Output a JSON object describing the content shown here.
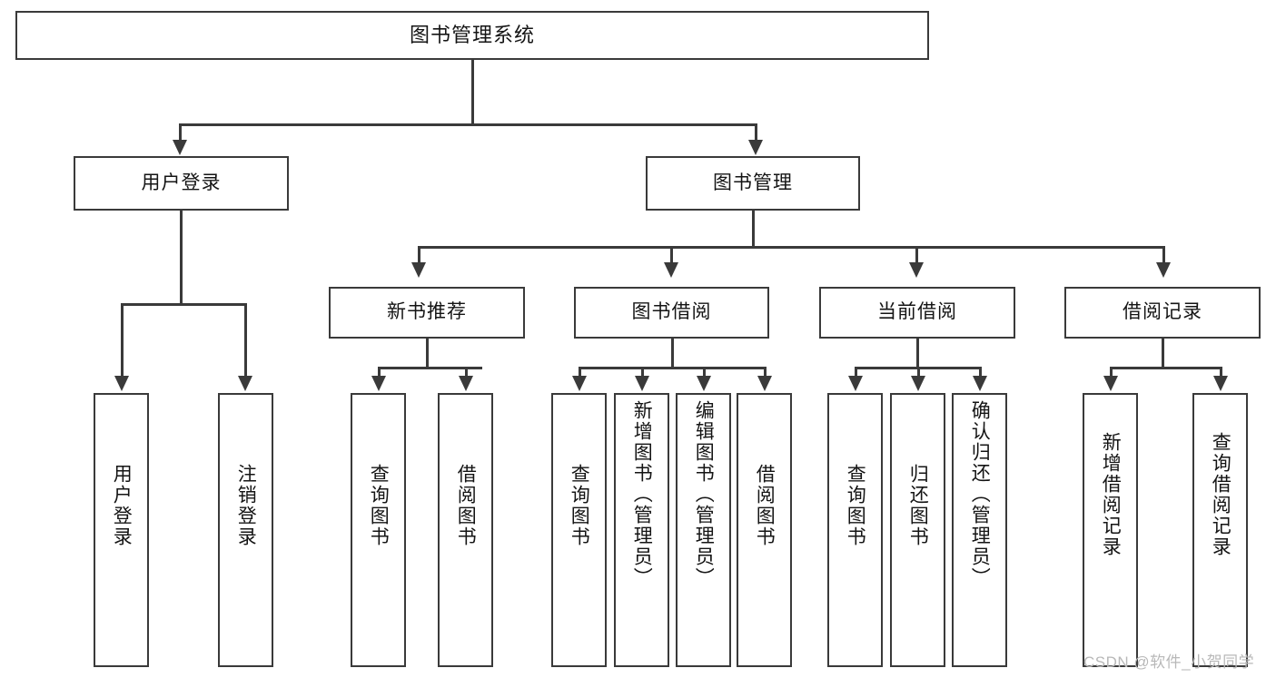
{
  "diagram": {
    "title": "图书管理系统",
    "root": {
      "label": "图书管理系统"
    },
    "level2": [
      {
        "label": "用户登录"
      },
      {
        "label": "图书管理"
      }
    ],
    "level3": [
      {
        "label": "新书推荐"
      },
      {
        "label": "图书借阅"
      },
      {
        "label": "当前借阅"
      },
      {
        "label": "借阅记录"
      }
    ],
    "leaves": {
      "user_login": [
        {
          "label": "用户登录"
        },
        {
          "label": "注销登录"
        }
      ],
      "new_book_recommend": [
        {
          "label": "查询图书"
        },
        {
          "label": "借阅图书"
        }
      ],
      "book_borrow": [
        {
          "label": "查询图书"
        },
        {
          "label": "新增图书（管理员）"
        },
        {
          "label": "编辑图书（管理员）"
        },
        {
          "label": "借阅图书"
        }
      ],
      "current_borrow": [
        {
          "label": "查询图书"
        },
        {
          "label": "归还图书"
        },
        {
          "label": "确认归还（管理员）"
        }
      ],
      "borrow_record": [
        {
          "label": "新增借阅记录"
        },
        {
          "label": "查询借阅记录"
        }
      ]
    }
  },
  "watermark": {
    "text": "CSDN @软件_小贺同学"
  },
  "colors": {
    "stroke": "#3a3a3a",
    "box_fill": "#ffffff",
    "text": "#141414",
    "watermark": "#b8b8b8",
    "background": "#ffffff"
  }
}
